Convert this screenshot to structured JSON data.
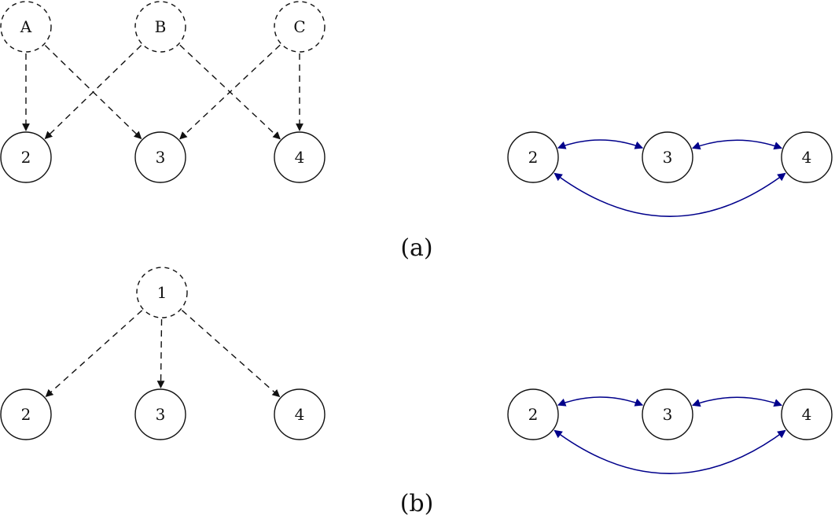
{
  "figure": {
    "panels": [
      {
        "id": "a",
        "caption": "(a)",
        "left_graph": {
          "latent_nodes": [
            {
              "id": "A",
              "label": "A"
            },
            {
              "id": "B",
              "label": "B"
            },
            {
              "id": "C",
              "label": "C"
            }
          ],
          "observed_nodes": [
            {
              "id": "2",
              "label": "2"
            },
            {
              "id": "3",
              "label": "3"
            },
            {
              "id": "4",
              "label": "4"
            }
          ],
          "edges": [
            {
              "from": "A",
              "to": "2",
              "style": "dashed-directed"
            },
            {
              "from": "A",
              "to": "3",
              "style": "dashed-directed"
            },
            {
              "from": "B",
              "to": "2",
              "style": "dashed-directed"
            },
            {
              "from": "B",
              "to": "4",
              "style": "dashed-directed"
            },
            {
              "from": "C",
              "to": "3",
              "style": "dashed-directed"
            },
            {
              "from": "C",
              "to": "4",
              "style": "dashed-directed"
            }
          ]
        },
        "right_graph": {
          "nodes": [
            {
              "id": "2",
              "label": "2"
            },
            {
              "id": "3",
              "label": "3"
            },
            {
              "id": "4",
              "label": "4"
            }
          ],
          "edges": [
            {
              "from": "2",
              "to": "3",
              "style": "bidirected"
            },
            {
              "from": "3",
              "to": "4",
              "style": "bidirected"
            },
            {
              "from": "2",
              "to": "4",
              "style": "bidirected"
            }
          ]
        }
      },
      {
        "id": "b",
        "caption": "(b)",
        "left_graph": {
          "latent_nodes": [
            {
              "id": "1",
              "label": "1"
            }
          ],
          "observed_nodes": [
            {
              "id": "2",
              "label": "2"
            },
            {
              "id": "3",
              "label": "3"
            },
            {
              "id": "4",
              "label": "4"
            }
          ],
          "edges": [
            {
              "from": "1",
              "to": "2",
              "style": "dashed-directed"
            },
            {
              "from": "1",
              "to": "3",
              "style": "dashed-directed"
            },
            {
              "from": "1",
              "to": "4",
              "style": "dashed-directed"
            }
          ]
        },
        "right_graph": {
          "nodes": [
            {
              "id": "2",
              "label": "2"
            },
            {
              "id": "3",
              "label": "3"
            },
            {
              "id": "4",
              "label": "4"
            }
          ],
          "edges": [
            {
              "from": "2",
              "to": "3",
              "style": "bidirected"
            },
            {
              "from": "3",
              "to": "4",
              "style": "bidirected"
            },
            {
              "from": "2",
              "to": "4",
              "style": "bidirected"
            }
          ]
        }
      }
    ],
    "colors": {
      "node_stroke": "#111111",
      "dashed_edge": "#111111",
      "bidirected_edge": "#00008b"
    }
  }
}
